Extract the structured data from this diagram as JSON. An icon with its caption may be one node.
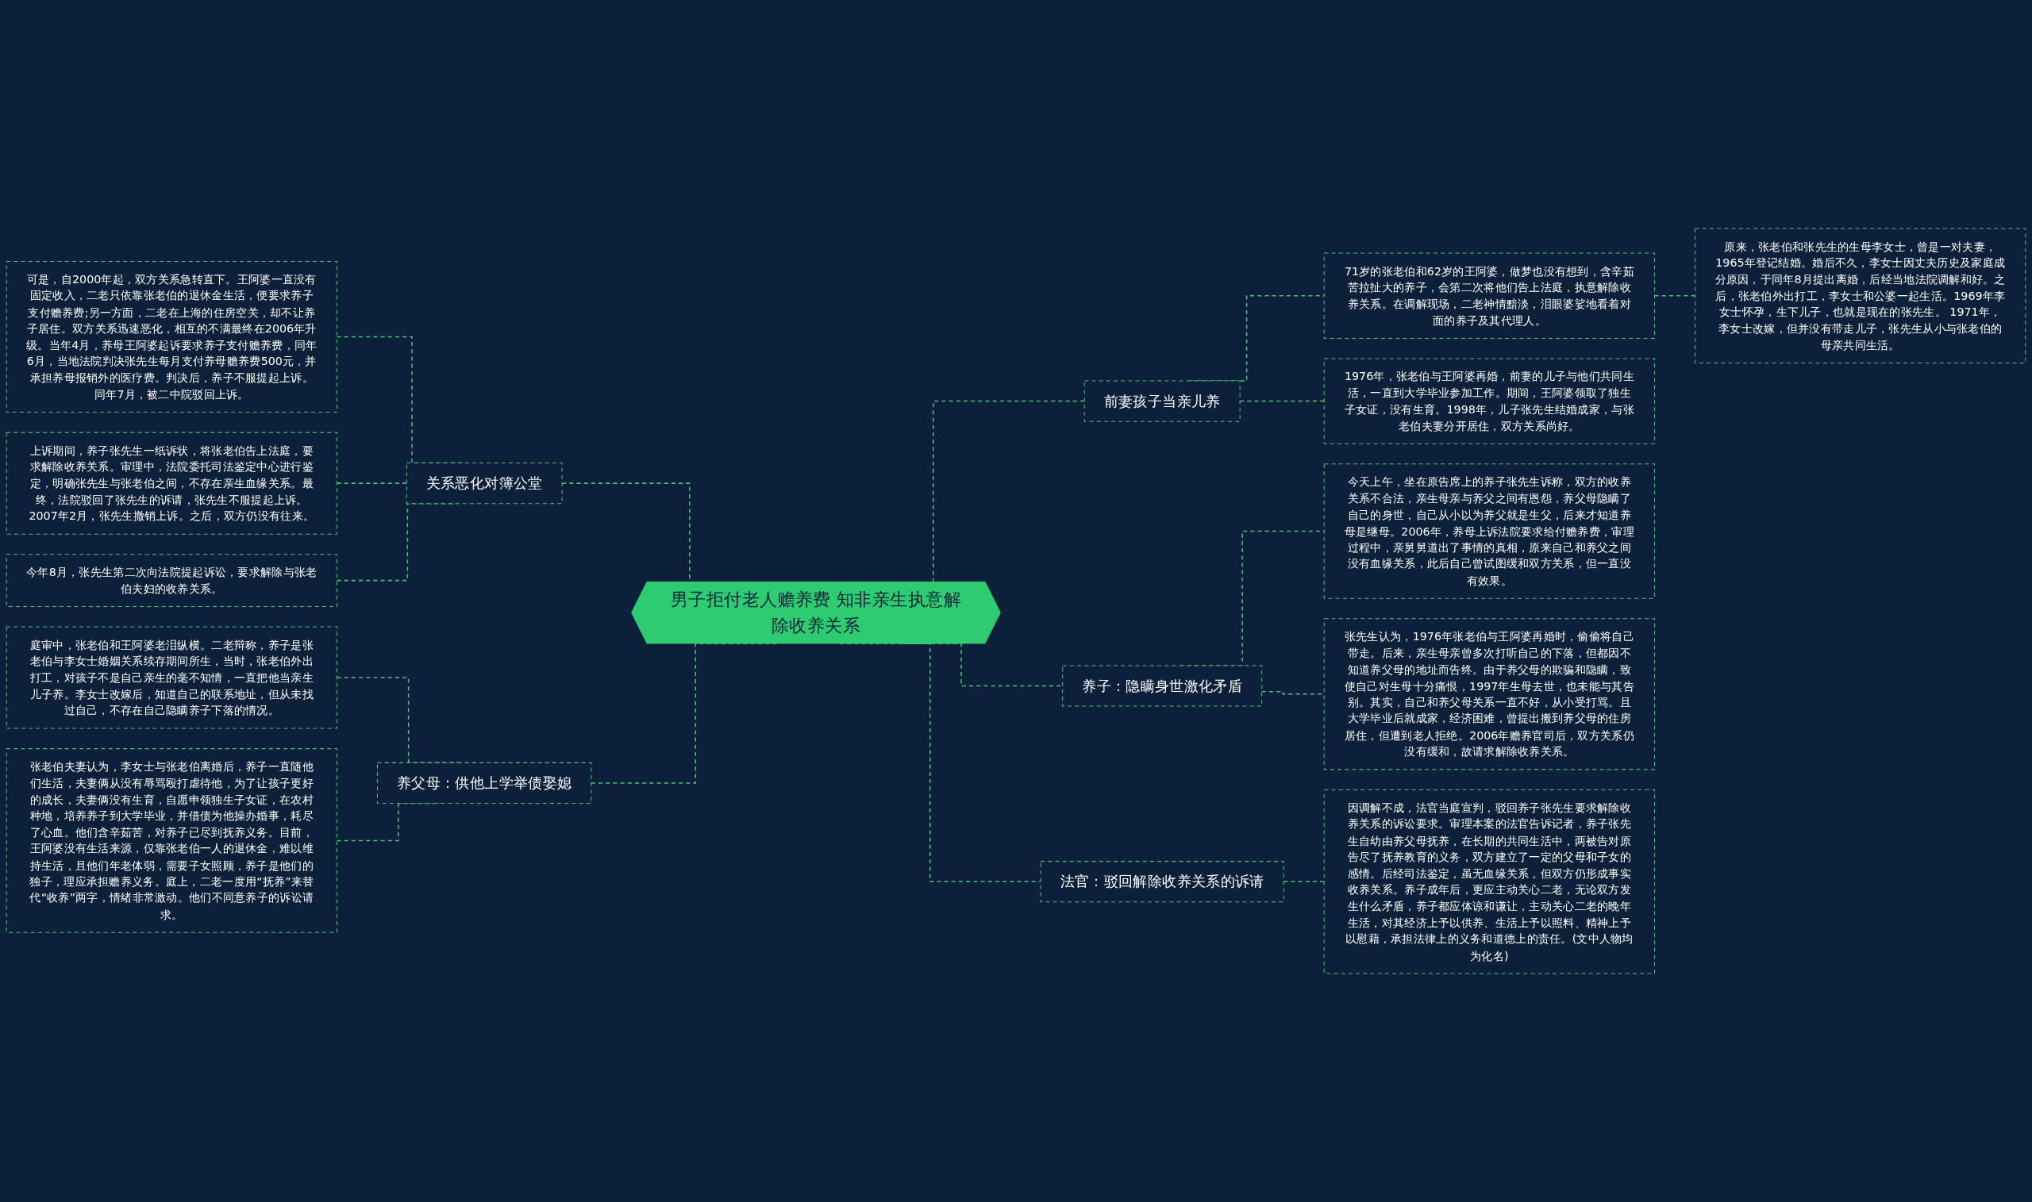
{
  "diagram": {
    "nodes": [
      {
        "text": [
          "男子拒付老人赡养费 知非亲生执意解除收养关系"
        ]
      },
      {
        "text": [
          "前妻孩子当亲儿养"
        ]
      },
      {
        "text": [
          "71岁的张老伯和62岁的王阿婆，做梦也没有想到，含辛茹苦拉扯大的养子，会第二次将他们告上法庭，执意解除收养关系。在调解现场，二老神情黯淡，泪眼婆娑地看着对面的养子及其代理人。"
        ]
      },
      {
        "text": [
          "原来，张老伯和张先生的生母李女士，曾是一对夫妻，1965年登记结婚。婚后不久，李女士因丈夫历史及家庭成分原因，于同年8月提出离婚，后经当地法院调解和好。之后，张老伯外出打工，李女士和公婆一起生活。1969年李女士怀孕，生下儿子，也就是现在的张先生。 1971年，李女士改嫁，但并没有带走儿子，张先生从小与张老伯的母亲共同生活。"
        ]
      },
      {
        "text": [
          "1976年，张老伯与王阿婆再婚，前妻的儿子与他们共同生活，一直到大学毕业参加工作。期间，王阿婆领取了独生子女证，没有生育。1998年，儿子张先生结婚成家，与张老伯夫妻分开居住，双方关系尚好。"
        ]
      },
      {
        "text": [
          "养子：隐瞒身世激化矛盾"
        ]
      },
      {
        "text": [
          "今天上午，坐在原告席上的养子张先生诉称，双方的收养关系不合法，亲生母亲与养父之间有恩怨，养父母隐瞒了自己的身世，自己从小以为养父就是生父，后来才知道养母是继母。2006年，养母上诉法院要求给付赡养费，审理过程中，亲舅舅道出了事情的真相，原来自己和养父之间没有血缘关系，此后自己曾试图缓和双方关系，但一直没有效果。"
        ]
      },
      {
        "text": [
          "张先生认为，1976年张老伯与王阿婆再婚时，偷偷将自己带走。后来，亲生母亲曾多次打听自己的下落，但都因不知道养父母的地址而告终。由于养父母的欺骗和隐瞒，致使自己对生母十分痛恨，1997年生母去世，也未能与其告别。其实，自己和养父母关系一直不好，从小受打骂。且大学毕业后就成家，经济困难，曾提出搬到养父母的住房居住，但遭到老人拒绝。2006年赡养官司后，双方关系仍没有缓和，故请求解除收养关系。"
        ]
      },
      {
        "text": [
          "法官：驳回解除收养关系的诉请"
        ]
      },
      {
        "text": [
          "因调解不成，法官当庭宣判，驳回养子张先生要求解除收养关系的诉讼要求。审理本案的法官告诉记者，养子张先生自幼由养父母抚养，在长期的共同生活中，两被告对原告尽了抚养教育的义务，双方建立了一定的父母和子女的感情。后经司法鉴定，虽无血缘关系，但双方仍形成事实收养关系。养子成年后，更应主动关心二老，无论双方发生什么矛盾，养子都应体谅和谦让，主动关心二老的晚年生活，对其经济上予以供养、生活上予以照料、精神上予以慰藉，承担法律上的义务和道德上的责任。(文中人物均为化名)"
        ]
      },
      {
        "text": [
          "关系恶化对簿公堂"
        ]
      },
      {
        "text": [
          "可是，自2000年起，双方关系急转直下。王阿婆一直没有固定收入，二老只依靠张老伯的退休金生活，便要求养子支付赡养费;另一方面，二老在上海的住房空关，却不让养子居住。双方关系迅速恶化，相互的不满最终在2006年升级。当年4月，养母王阿婆起诉要求养子支付赡养费，同年6月，当地法院判决张先生每月支付养母赡养费500元，并承担养母报销外的医疗费。判决后，养子不服提起上诉。同年7月，被二中院驳回上诉。"
        ]
      },
      {
        "text": [
          "上诉期间，养子张先生一纸诉状，将张老伯告上法庭，要求解除收养关系。审理中，法院委托司法鉴定中心进行鉴定，明确张先生与张老伯之间，不存在亲生血缘关系。最终，法院驳回了张先生的诉请，张先生不服提起上诉。2007年2月，张先生撤销上诉。之后，双方仍没有往来。"
        ]
      },
      {
        "text": [
          "今年8月，张先生第二次向法院提起诉讼，要求解除与张老伯夫妇的收养关系。"
        ]
      },
      {
        "text": [
          "养父母：供他上学举债娶媳"
        ]
      },
      {
        "text": [
          "庭审中，张老伯和王阿婆老泪纵横。二老辩称，养子是张老伯与李女士婚姻关系续存期间所生，当时，张老伯外出打工，对孩子不是自己亲生的毫不知情，一直把他当亲生儿子养。李女士改嫁后，知道自己的联系地址，但从未找过自己，不存在自己隐瞒养子下落的情况。"
        ]
      },
      {
        "text": [
          "张老伯夫妻认为，李女士与张老伯离婚后，养子一直随他们生活，夫妻俩从没有辱骂殴打虐待他，为了让孩子更好的成长，夫妻俩没有生育，自愿申领独生子女证，在农村种地，培养养子到大学毕业，并借债为他操办婚事，耗尽了心血。他们含辛茹苦，对养子已尽到抚养义务。目前，王阿婆没有生活来源，仅靠张老伯一人的退休金，难以维持生活，且他们年老体弱，需要子女照顾，养子是他们的独子，理应承担赡养义务。庭上，二老一度用“抚养”来替代“收养”两字，情绪非常激动。他们不同意养子的诉讼请求。"
        ]
      }
    ],
    "edges": [
      {
        "from": 0,
        "to": 1,
        "arrow": "none"
      },
      {
        "from": 1,
        "to": 2,
        "arrow": "none"
      },
      {
        "from": 2,
        "to": 3,
        "arrow": "none"
      },
      {
        "from": 1,
        "to": 4,
        "arrow": "none"
      },
      {
        "from": 0,
        "to": 5,
        "arrow": "none"
      },
      {
        "from": 5,
        "to": 6,
        "arrow": "none"
      },
      {
        "from": 5,
        "to": 7,
        "arrow": "none"
      },
      {
        "from": 0,
        "to": 8,
        "arrow": "none"
      },
      {
        "from": 8,
        "to": 9,
        "arrow": "none"
      },
      {
        "from": 10,
        "to": 0,
        "arrow": "none"
      },
      {
        "from": 11,
        "to": 10,
        "arrow": "none"
      },
      {
        "from": 12,
        "to": 10,
        "arrow": "none"
      },
      {
        "from": 13,
        "to": 10,
        "arrow": "none"
      },
      {
        "from": 14,
        "to": 0,
        "arrow": "none"
      },
      {
        "from": 15,
        "to": 14,
        "arrow": "none"
      },
      {
        "from": 16,
        "to": 14,
        "arrow": "none"
      }
    ]
  }
}
